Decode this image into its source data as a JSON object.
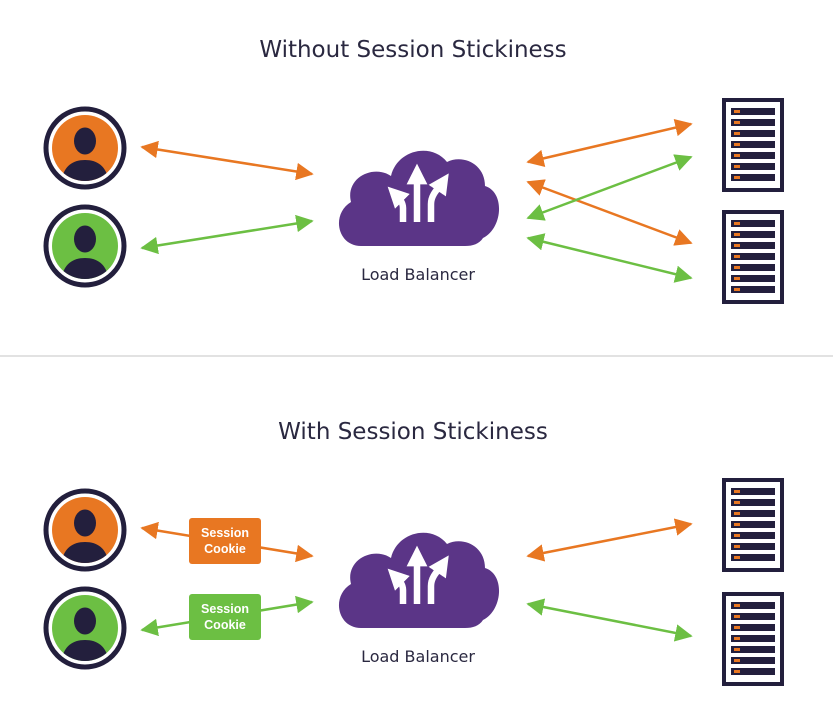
{
  "sections": [
    {
      "title": "Without Session Stickiness",
      "load_balancer_label": "Load Balancer",
      "cookies": []
    },
    {
      "title": "With Session Stickiness",
      "load_balancer_label": "Load Balancer",
      "cookies": [
        {
          "line1": "Session",
          "line2": "Cookie",
          "color": "#e87722"
        },
        {
          "line1": "Session",
          "line2": "Cookie",
          "color": "#6cbf43"
        }
      ]
    }
  ],
  "colors": {
    "orange": "#e87722",
    "green": "#6cbf43",
    "purple": "#5b3587",
    "navy": "#231f3d",
    "divider": "#d9d9d9"
  },
  "icons": [
    "user-icon",
    "cloud-icon",
    "server-icon",
    "arrow-icon"
  ]
}
